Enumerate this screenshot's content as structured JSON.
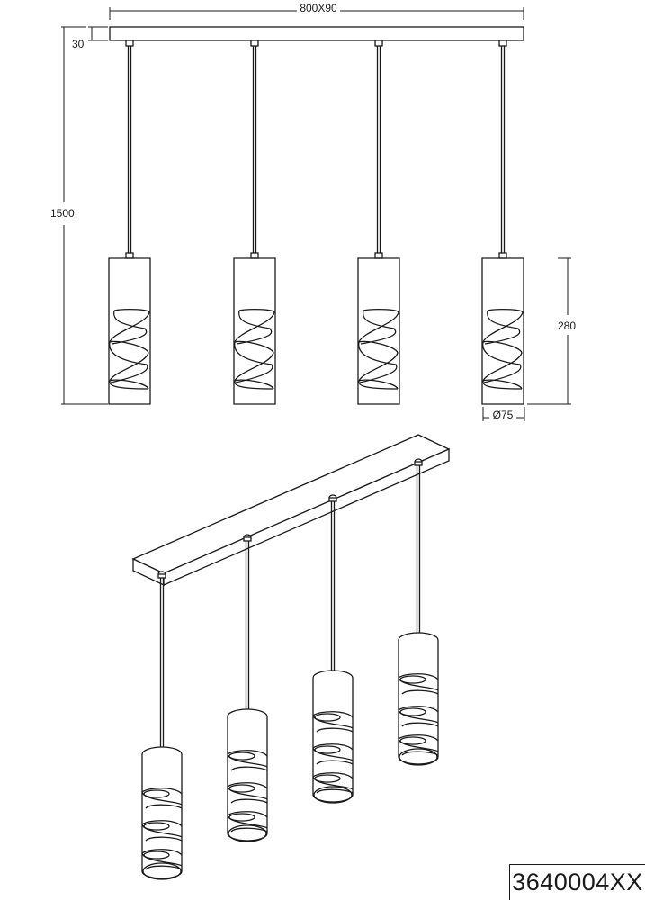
{
  "dimensions": {
    "canopy": "800X90",
    "canopy_height": "30",
    "total_height": "1500",
    "shade_height": "280",
    "shade_diameter": "Ø75"
  },
  "model_number": "3640004XX",
  "lamp_count": 4
}
